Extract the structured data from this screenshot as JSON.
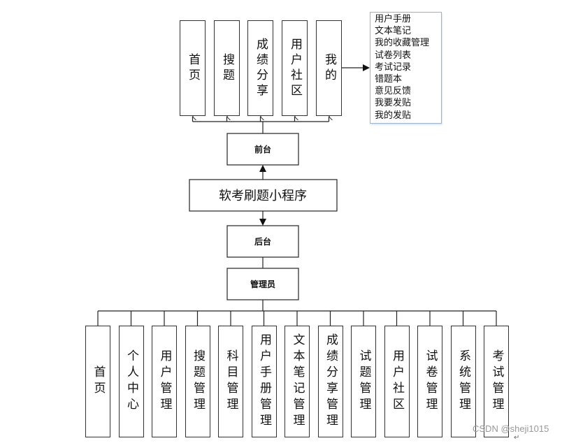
{
  "title": "软考刷题小程序",
  "frontend": {
    "label": "前台",
    "modules": [
      "首页",
      "搜题",
      "成绩分享",
      "用户社区",
      "我的"
    ],
    "my_submenu": [
      "用户手册",
      "文本笔记",
      "我的收藏管理",
      "试卷列表",
      "考试记录",
      "错题本",
      "意见反馈",
      "我要发贴",
      "我的发贴"
    ]
  },
  "backend": {
    "label": "后台",
    "role": "管理员",
    "modules": [
      "首页",
      "个人中心",
      "用户管理",
      "搜题管理",
      "科目管理",
      "用户手册管理",
      "文本笔记管理",
      "成绩分享管理",
      "试题管理",
      "用户社区",
      "试卷管理",
      "系统管理",
      "考试管理"
    ]
  },
  "watermark": "CSDN @sheji1015",
  "colors": {
    "stroke": "#333333",
    "text": "#111111",
    "menu_border": "#9fb3c8",
    "watermark": "#999999"
  }
}
